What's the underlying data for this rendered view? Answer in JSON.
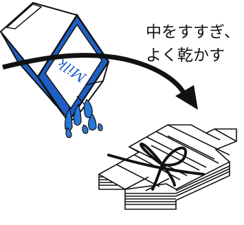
{
  "illustration": {
    "carton_label": "Milk",
    "instruction_line1": "中をすすぎ、",
    "instruction_line2": "よく乾かす"
  },
  "colors": {
    "carton_blue": "#1f5fc4",
    "water_blue": "#2a78d6",
    "ink": "#111111",
    "background": "#ffffff"
  }
}
